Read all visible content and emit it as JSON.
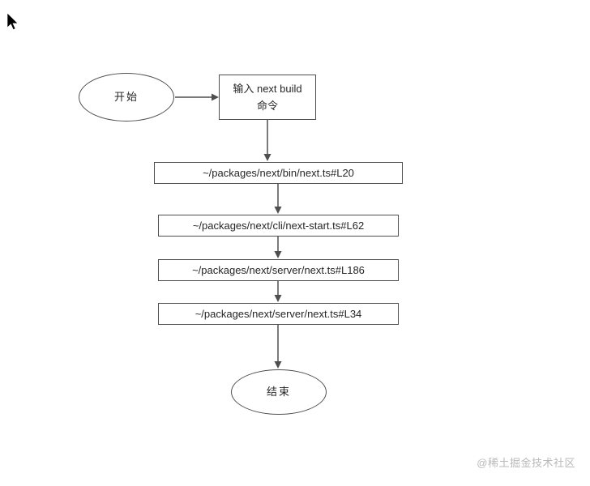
{
  "diagram": {
    "nodes": {
      "start": {
        "label": "开始"
      },
      "input": {
        "line1": "输入 next build",
        "line2": "命令"
      },
      "step1": {
        "label": "~/packages/next/bin/next.ts#L20"
      },
      "step2": {
        "label": "~/packages/next/cli/next-start.ts#L62"
      },
      "step3": {
        "label": "~/packages/next/server/next.ts#L186"
      },
      "step4": {
        "label": "~/packages/next/server/next.ts#L34"
      },
      "end": {
        "label": "结束"
      }
    },
    "edges": [
      "start -> input",
      "input -> step1",
      "step1 -> step2",
      "step2 -> step3",
      "step3 -> step4",
      "step4 -> end"
    ],
    "colors": {
      "shape_border": "#4f4f4f",
      "arrow": "#4f4f4f",
      "text": "#262626",
      "watermark": "#b9b9b9",
      "background": "#ffffff"
    }
  },
  "watermark": {
    "text": "@稀土掘金技术社区"
  }
}
